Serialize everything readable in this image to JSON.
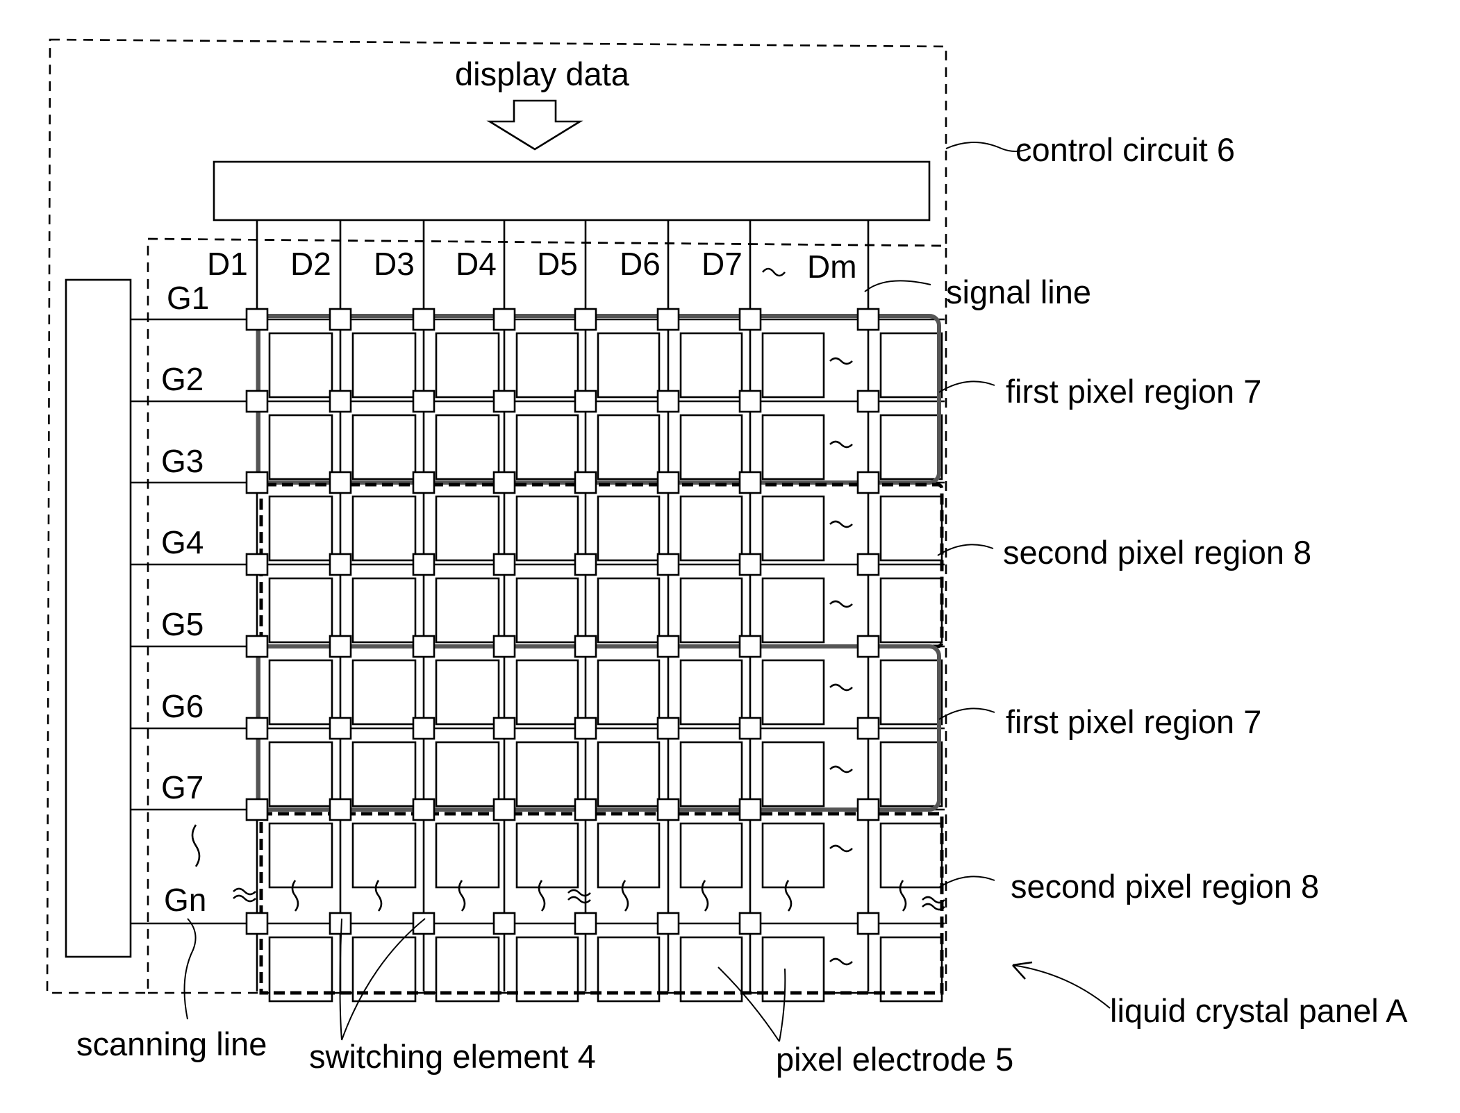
{
  "labels": {
    "display_data": "display data",
    "control_circuit": "control circuit 6",
    "signal_line": "signal line",
    "first_region_top": "first pixel region 7",
    "second_region_top": "second pixel region 8",
    "first_region_bottom": "first pixel region 7",
    "second_region_bottom": "second pixel region 8",
    "liquid_crystal_panel": "liquid crystal panel A",
    "scanning_line": "scanning line",
    "switching_element": "switching element 4",
    "pixel_electrode": "pixel electrode 5"
  },
  "data_lines": [
    "D1",
    "D2",
    "D3",
    "D4",
    "D5",
    "D6",
    "D7",
    "Dm"
  ],
  "gate_lines": [
    "G1",
    "G2",
    "G3",
    "G4",
    "G5",
    "G6",
    "G7",
    "Gn"
  ],
  "colors": {
    "ink": "#000000",
    "region_first": "#555555",
    "background": "#ffffff"
  }
}
